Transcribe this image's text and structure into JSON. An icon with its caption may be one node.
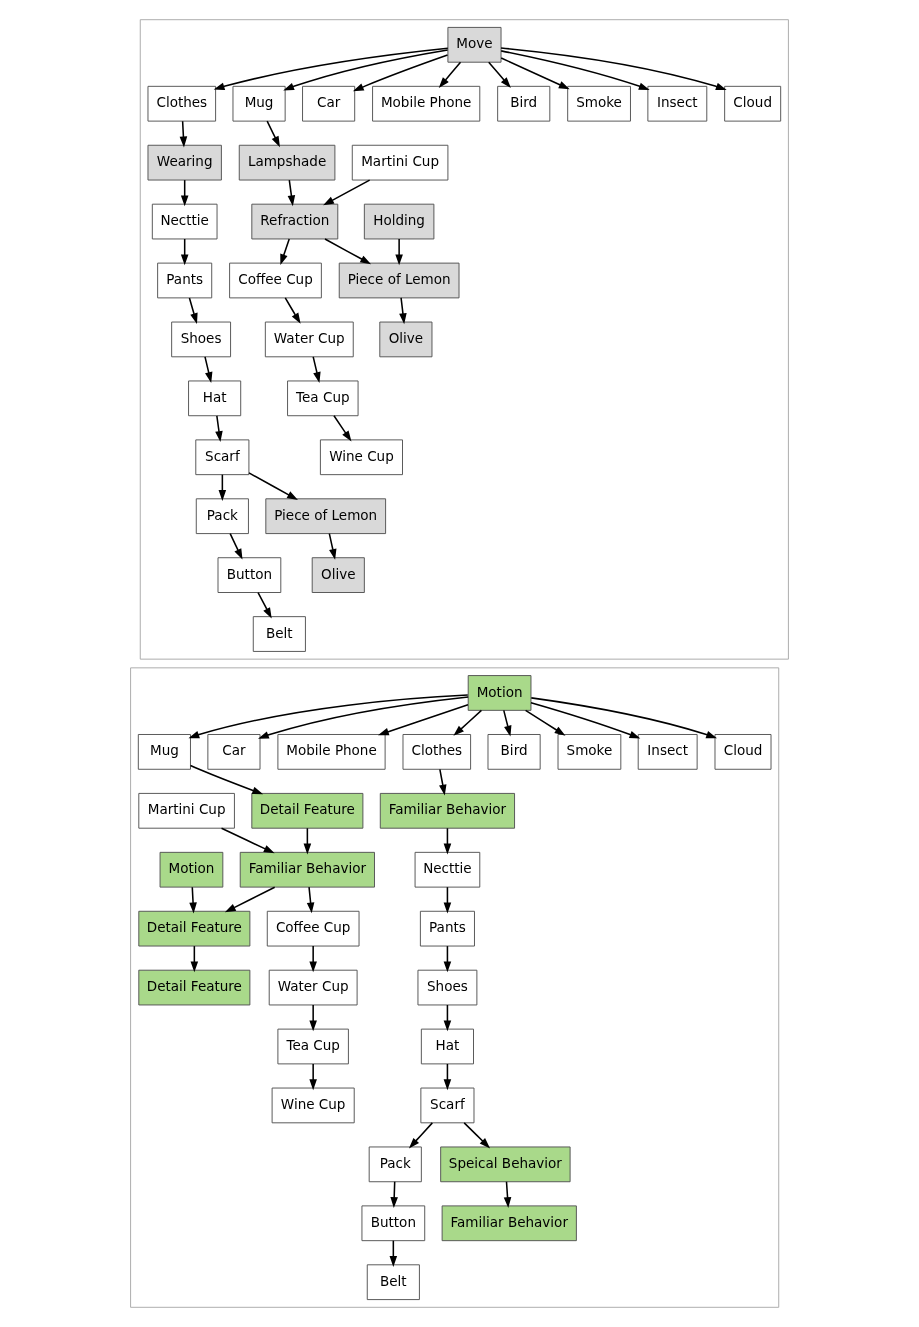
{
  "diagram": {
    "nodes": [
      {
        "text": [],
        "shape": "box"
      },
      {
        "text": [
          "Move"
        ],
        "in": 0
      },
      {
        "text": [
          "Clothes"
        ],
        "in": 0
      },
      {
        "text": [
          "Car"
        ],
        "in": 0
      },
      {
        "text": [
          "Mobile Phone"
        ],
        "in": 0
      },
      {
        "text": [
          "Mug"
        ],
        "in": 0
      },
      {
        "text": [
          "Bird"
        ],
        "in": 0
      },
      {
        "text": [
          "Smoke"
        ],
        "in": 0
      },
      {
        "text": [
          "Insect"
        ],
        "in": 0
      },
      {
        "text": [
          "Cloud"
        ],
        "in": 0
      },
      {
        "text": [
          "Wearing"
        ],
        "in": 0
      },
      {
        "text": [
          "Necttie"
        ],
        "in": 0
      },
      {
        "text": [
          "Pants"
        ],
        "in": 0
      },
      {
        "text": [
          "Shoes"
        ],
        "in": 0
      },
      {
        "text": [
          "Hat"
        ],
        "in": 0
      },
      {
        "text": [
          "Scarf"
        ],
        "in": 0
      },
      {
        "text": [
          "Pack"
        ],
        "in": 0
      },
      {
        "text": [
          "Button"
        ],
        "in": 0
      },
      {
        "text": [
          "Belt"
        ],
        "in": 0
      },
      {
        "text": [
          "Lampshade"
        ],
        "in": 0
      },
      {
        "text": [
          "Martini Cup"
        ],
        "in": 0
      },
      {
        "text": [
          "Refraction"
        ],
        "in": 0
      },
      {
        "text": [
          "Coffee Cup"
        ],
        "in": 0
      },
      {
        "text": [
          "Water Cup"
        ],
        "in": 0
      },
      {
        "text": [
          "Tea Cup"
        ],
        "in": 0
      },
      {
        "text": [
          "Wine Cup"
        ],
        "in": 0
      },
      {
        "text": [
          "Holding"
        ],
        "in": 0
      },
      {
        "text": [
          "Piece of Lemon"
        ],
        "in": 0
      },
      {
        "text": [
          "Olive"
        ],
        "in": 0
      },
      {
        "text": [
          "Piece of Lemon"
        ],
        "in": 0
      },
      {
        "text": [
          "Olive"
        ],
        "in": 0
      },
      {
        "text": [],
        "shape": "box"
      },
      {
        "text": [
          "Motion"
        ],
        "in": 31
      },
      {
        "text": [
          "Clothes"
        ],
        "in": 31
      },
      {
        "text": [
          "Car"
        ],
        "in": 31
      },
      {
        "text": [
          "Mobile Phone"
        ],
        "in": 31
      },
      {
        "text": [
          "Mug"
        ],
        "in": 31
      },
      {
        "text": [
          "Bird"
        ],
        "in": 31
      },
      {
        "text": [
          "Smoke"
        ],
        "in": 31
      },
      {
        "text": [
          "Insect"
        ],
        "in": 31
      },
      {
        "text": [
          "Cloud"
        ],
        "in": 31
      },
      {
        "text": [
          "Familiar Behavior"
        ],
        "in": 31
      },
      {
        "text": [
          "Necttie"
        ],
        "in": 31
      },
      {
        "text": [
          "Pants"
        ],
        "in": 31
      },
      {
        "text": [
          "Shoes"
        ],
        "in": 31
      },
      {
        "text": [
          "Hat"
        ],
        "in": 31
      },
      {
        "text": [
          "Scarf"
        ],
        "in": 31
      },
      {
        "text": [
          "Pack"
        ],
        "in": 31
      },
      {
        "text": [
          "Button"
        ],
        "in": 31
      },
      {
        "text": [
          "Belt"
        ],
        "in": 31
      },
      {
        "text": [
          "Detail Feature"
        ],
        "in": 31
      },
      {
        "text": [
          "Martini Cup"
        ],
        "in": 31
      },
      {
        "text": [
          "Familiar Behavior"
        ],
        "in": 31
      },
      {
        "text": [
          "Coffee Cup"
        ],
        "in": 31
      },
      {
        "text": [
          "Water Cup"
        ],
        "in": 31
      },
      {
        "text": [
          "Tea Cup"
        ],
        "in": 31
      },
      {
        "text": [
          "Wine Cup"
        ],
        "in": 31
      },
      {
        "text": [
          "Motion"
        ],
        "in": 31
      },
      {
        "text": [
          "Detail Feature"
        ],
        "in": 31
      },
      {
        "text": [
          "Detail Feature"
        ],
        "in": 31
      },
      {
        "text": [
          "Speical Behavior"
        ],
        "in": 31
      },
      {
        "text": [
          "Familiar Behavior"
        ],
        "in": 31
      }
    ],
    "edges": [
      {
        "from": 1,
        "to": 2,
        "arrow": "to"
      },
      {
        "from": 1,
        "to": 3,
        "arrow": "to"
      },
      {
        "from": 1,
        "to": 4,
        "arrow": "to"
      },
      {
        "from": 1,
        "to": 5,
        "arrow": "to"
      },
      {
        "from": 1,
        "to": 6,
        "arrow": "to"
      },
      {
        "from": 1,
        "to": 7,
        "arrow": "to"
      },
      {
        "from": 1,
        "to": 8,
        "arrow": "to"
      },
      {
        "from": 1,
        "to": 9,
        "arrow": "to"
      },
      {
        "from": 2,
        "to": 10,
        "arrow": "to"
      },
      {
        "from": 10,
        "to": 11,
        "arrow": "to"
      },
      {
        "from": 11,
        "to": 12,
        "arrow": "to"
      },
      {
        "from": 12,
        "to": 13,
        "arrow": "to"
      },
      {
        "from": 13,
        "to": 14,
        "arrow": "to"
      },
      {
        "from": 14,
        "to": 15,
        "arrow": "to"
      },
      {
        "from": 15,
        "to": 16,
        "arrow": "to"
      },
      {
        "from": 16,
        "to": 17,
        "arrow": "to"
      },
      {
        "from": 17,
        "to": 18,
        "arrow": "to"
      },
      {
        "from": 5,
        "to": 19,
        "arrow": "to"
      },
      {
        "from": 19,
        "to": 21,
        "arrow": "to"
      },
      {
        "from": 20,
        "to": 21,
        "arrow": "to"
      },
      {
        "from": 21,
        "to": 22,
        "arrow": "to"
      },
      {
        "from": 22,
        "to": 23,
        "arrow": "to"
      },
      {
        "from": 23,
        "to": 24,
        "arrow": "to"
      },
      {
        "from": 24,
        "to": 25,
        "arrow": "to"
      },
      {
        "from": 21,
        "to": 27,
        "arrow": "to"
      },
      {
        "from": 26,
        "to": 27,
        "arrow": "to"
      },
      {
        "from": 27,
        "to": 28,
        "arrow": "to"
      },
      {
        "from": 15,
        "to": 29,
        "arrow": "to"
      },
      {
        "from": 29,
        "to": 30,
        "arrow": "to"
      },
      {
        "from": 32,
        "to": 33,
        "arrow": "to"
      },
      {
        "from": 32,
        "to": 34,
        "arrow": "to"
      },
      {
        "from": 32,
        "to": 35,
        "arrow": "to"
      },
      {
        "from": 32,
        "to": 36,
        "arrow": "to"
      },
      {
        "from": 32,
        "to": 37,
        "arrow": "to"
      },
      {
        "from": 32,
        "to": 38,
        "arrow": "to"
      },
      {
        "from": 32,
        "to": 39,
        "arrow": "to"
      },
      {
        "from": 32,
        "to": 40,
        "arrow": "to"
      },
      {
        "from": 33,
        "to": 41,
        "arrow": "to"
      },
      {
        "from": 41,
        "to": 42,
        "arrow": "to"
      },
      {
        "from": 42,
        "to": 43,
        "arrow": "to"
      },
      {
        "from": 43,
        "to": 44,
        "arrow": "to"
      },
      {
        "from": 44,
        "to": 45,
        "arrow": "to"
      },
      {
        "from": 45,
        "to": 46,
        "arrow": "to"
      },
      {
        "from": 46,
        "to": 47,
        "arrow": "to"
      },
      {
        "from": 47,
        "to": 48,
        "arrow": "to"
      },
      {
        "from": 48,
        "to": 49,
        "arrow": "to"
      },
      {
        "from": 36,
        "to": 50,
        "arrow": "to"
      },
      {
        "from": 50,
        "to": 52,
        "arrow": "to"
      },
      {
        "from": 51,
        "to": 52,
        "arrow": "to"
      },
      {
        "from": 52,
        "to": 53,
        "arrow": "to"
      },
      {
        "from": 53,
        "to": 54,
        "arrow": "to"
      },
      {
        "from": 54,
        "to": 55,
        "arrow": "to"
      },
      {
        "from": 55,
        "to": 56,
        "arrow": "to"
      },
      {
        "from": 52,
        "to": 58,
        "arrow": "to"
      },
      {
        "from": 57,
        "to": 58,
        "arrow": "to"
      },
      {
        "from": 58,
        "to": 59,
        "arrow": "to"
      },
      {
        "from": 46,
        "to": 60,
        "arrow": "to"
      },
      {
        "from": 60,
        "to": 61,
        "arrow": "to"
      }
    ]
  }
}
